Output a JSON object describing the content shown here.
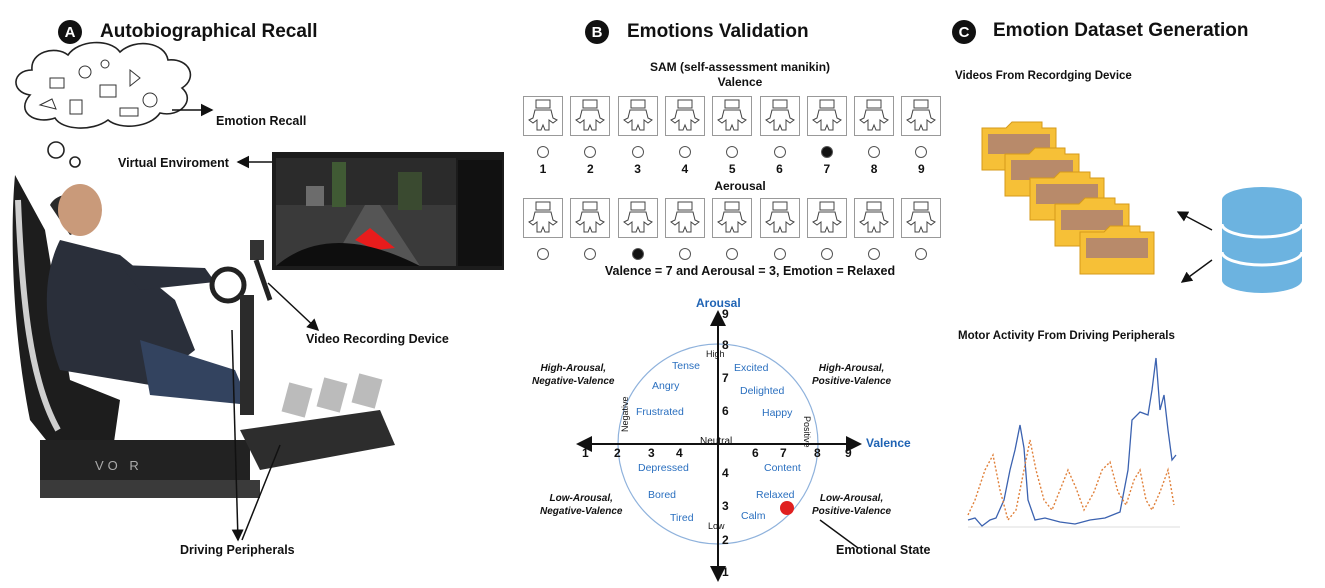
{
  "panels": {
    "a": {
      "badge": "A",
      "title": "Autobiographical Recall",
      "labels": {
        "emotion_recall": "Emotion Recall",
        "virtual_environment": "Virtual Enviroment",
        "video_recording_device": "Video Recording Device",
        "driving_peripherals": "Driving Peripherals",
        "seat_brand": "VO   R"
      }
    },
    "b": {
      "badge": "B",
      "title": "Emotions Validation",
      "sam_title": "SAM (self-assessment manikin)",
      "valence_title": "Valence",
      "arousal_title": "Aerousal",
      "valence_numbers": [
        "1",
        "2",
        "3",
        "4",
        "5",
        "6",
        "7",
        "8",
        "9"
      ],
      "valence_selected": 7,
      "arousal_selected": 3,
      "result": "Valence = 7 and Aerousal = 3, Emotion = Relaxed",
      "circumplex": {
        "arousal_axis": "Arousal",
        "valence_axis": "Valence",
        "high": "High",
        "low": "Low",
        "negative": "Negative",
        "positive": "Positive",
        "neutral": "Neutral",
        "arousal_ticks": [
          "9",
          "8",
          "7",
          "6",
          "4",
          "3",
          "2",
          "1"
        ],
        "valence_ticks_left": [
          "1",
          "2",
          "3",
          "4"
        ],
        "valence_ticks_right": [
          "6",
          "7",
          "8",
          "9"
        ],
        "quadrants": {
          "tl": [
            "High-Arousal,",
            "Negative-Valence"
          ],
          "tr": [
            "High-Arousal,",
            "Positive-Valence"
          ],
          "bl": [
            "Low-Arousal,",
            "Negative-Valence"
          ],
          "br": [
            "Low-Arousal,",
            "Positive-Valence"
          ]
        },
        "emotions": {
          "tense": "Tense",
          "excited": "Excited",
          "angry": "Angry",
          "delighted": "Delighted",
          "frustrated": "Frustrated",
          "happy": "Happy",
          "depressed": "Depressed",
          "content": "Content",
          "bored": "Bored",
          "relaxed": "Relaxed",
          "tired": "Tired",
          "calm": "Calm"
        },
        "state_label": "Emotional State",
        "state_color": "#e02020"
      }
    },
    "c": {
      "badge": "C",
      "title": "Emotion Dataset Generation",
      "videos_label": "Videos From Recordging Device",
      "motor_label": "Motor Activity From Driving Peripherals",
      "series_colors": {
        "solid": "#3b62b0",
        "dotted": "#e0803a"
      },
      "folder_color": "#f6c037",
      "database_color": "#6cb3e0"
    }
  }
}
